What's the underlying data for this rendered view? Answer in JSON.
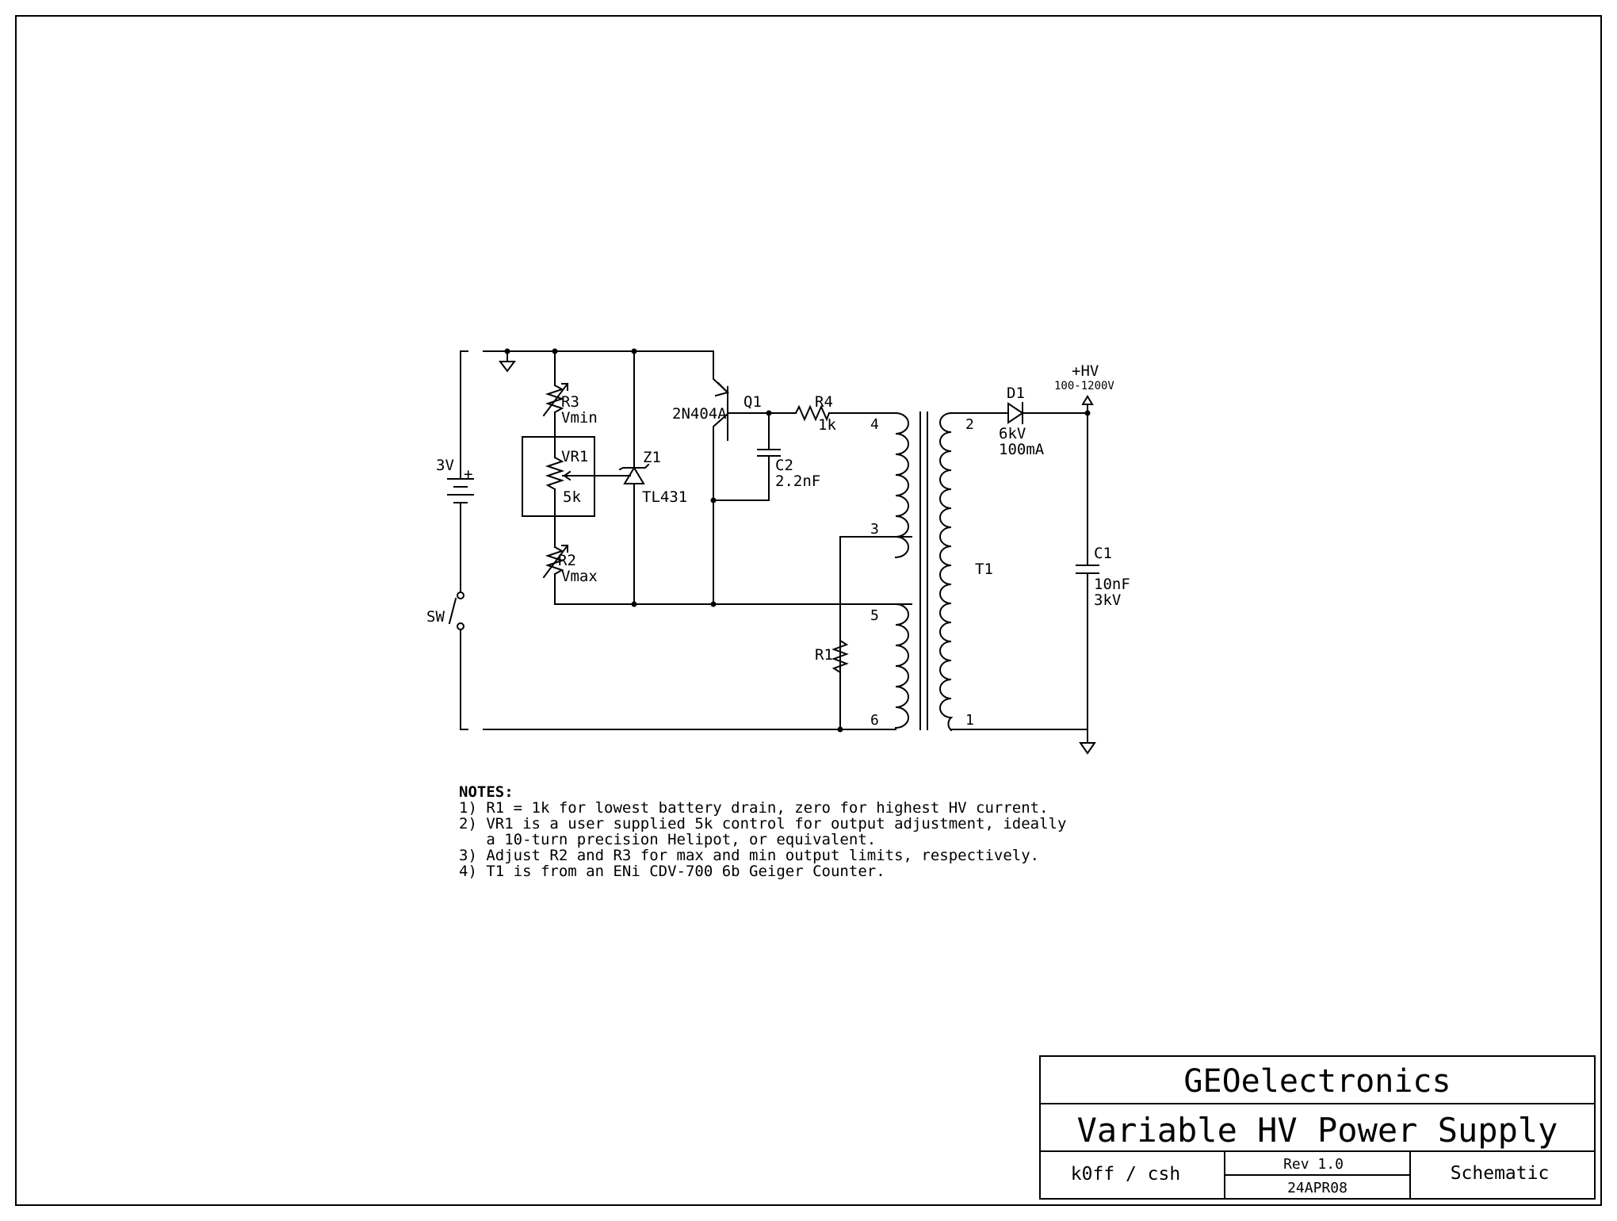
{
  "title_block": {
    "company": "GEOelectronics",
    "title": "Variable HV Power Supply",
    "author": "k0ff / csh",
    "revision": "Rev 1.0",
    "date": "24APR08",
    "sheet_type": "Schematic"
  },
  "components": {
    "battery": {
      "ref": "3V",
      "plus": "+"
    },
    "switch": {
      "ref": "SW"
    },
    "r3": {
      "ref": "R3",
      "desc": "Vmin"
    },
    "vr1": {
      "ref": "VR1",
      "value": "5k"
    },
    "r2": {
      "ref": "R2",
      "desc": "Vmax"
    },
    "z1": {
      "ref": "Z1",
      "part": "TL431"
    },
    "q1": {
      "ref": "Q1",
      "part": "2N404A"
    },
    "r4": {
      "ref": "R4",
      "value": "1k"
    },
    "c2": {
      "ref": "C2",
      "value": "2.2nF"
    },
    "r1": {
      "ref": "R1"
    },
    "t1": {
      "ref": "T1",
      "pins": [
        "4",
        "3",
        "5",
        "6",
        "2",
        "1"
      ]
    },
    "d1": {
      "ref": "D1",
      "rating1": "6kV",
      "rating2": "100mA"
    },
    "c1": {
      "ref": "C1",
      "value": "10nF",
      "rating": "3kV"
    },
    "hv": {
      "label": "+HV",
      "range": "100-1200V"
    }
  },
  "notes": {
    "heading": "NOTES:",
    "lines": [
      "1) R1 = 1k for lowest battery drain, zero for highest HV current.",
      "2) VR1 is a user supplied 5k control for output adjustment, ideally",
      "   a 10-turn precision Helipot, or equivalent.",
      "3) Adjust R2 and R3 for max and min output limits, respectively.",
      "4) T1 is from an ENi CDV-700 6b Geiger Counter."
    ]
  }
}
